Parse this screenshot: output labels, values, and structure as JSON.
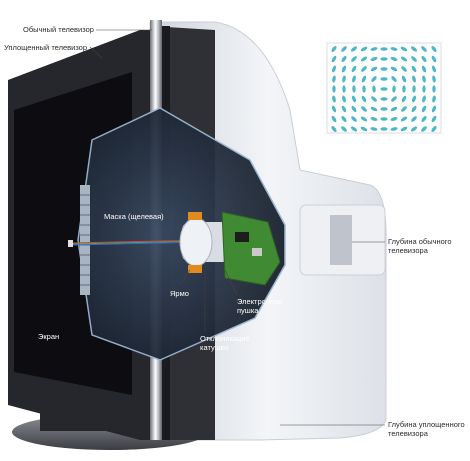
{
  "labels": {
    "regular_tv": "Обычный телевизор",
    "flat_tv": "Уплощенный телевизор",
    "mask": "Маска (щелевая)",
    "yoke": "Ярмо",
    "electron_gun_1": "Электронная",
    "electron_gun_2": "пушка",
    "coils_1": "Отклоняющие",
    "coils_2": "катушки",
    "screen": "Экран",
    "regular_depth_1": "Глубина обычного",
    "regular_depth_2": "телевизора",
    "flat_depth_1": "Глубина уплощенного",
    "flat_depth_2": "телевизора"
  },
  "colors": {
    "frame": "#2a2b30",
    "screen": "#101014",
    "crt_body": "#e9ecf2",
    "mask_dots": "#4fb6c6",
    "cutaway": "#1e2a3a",
    "pcb_green": "#3f8a32",
    "coil_orange": "#e08a20"
  }
}
